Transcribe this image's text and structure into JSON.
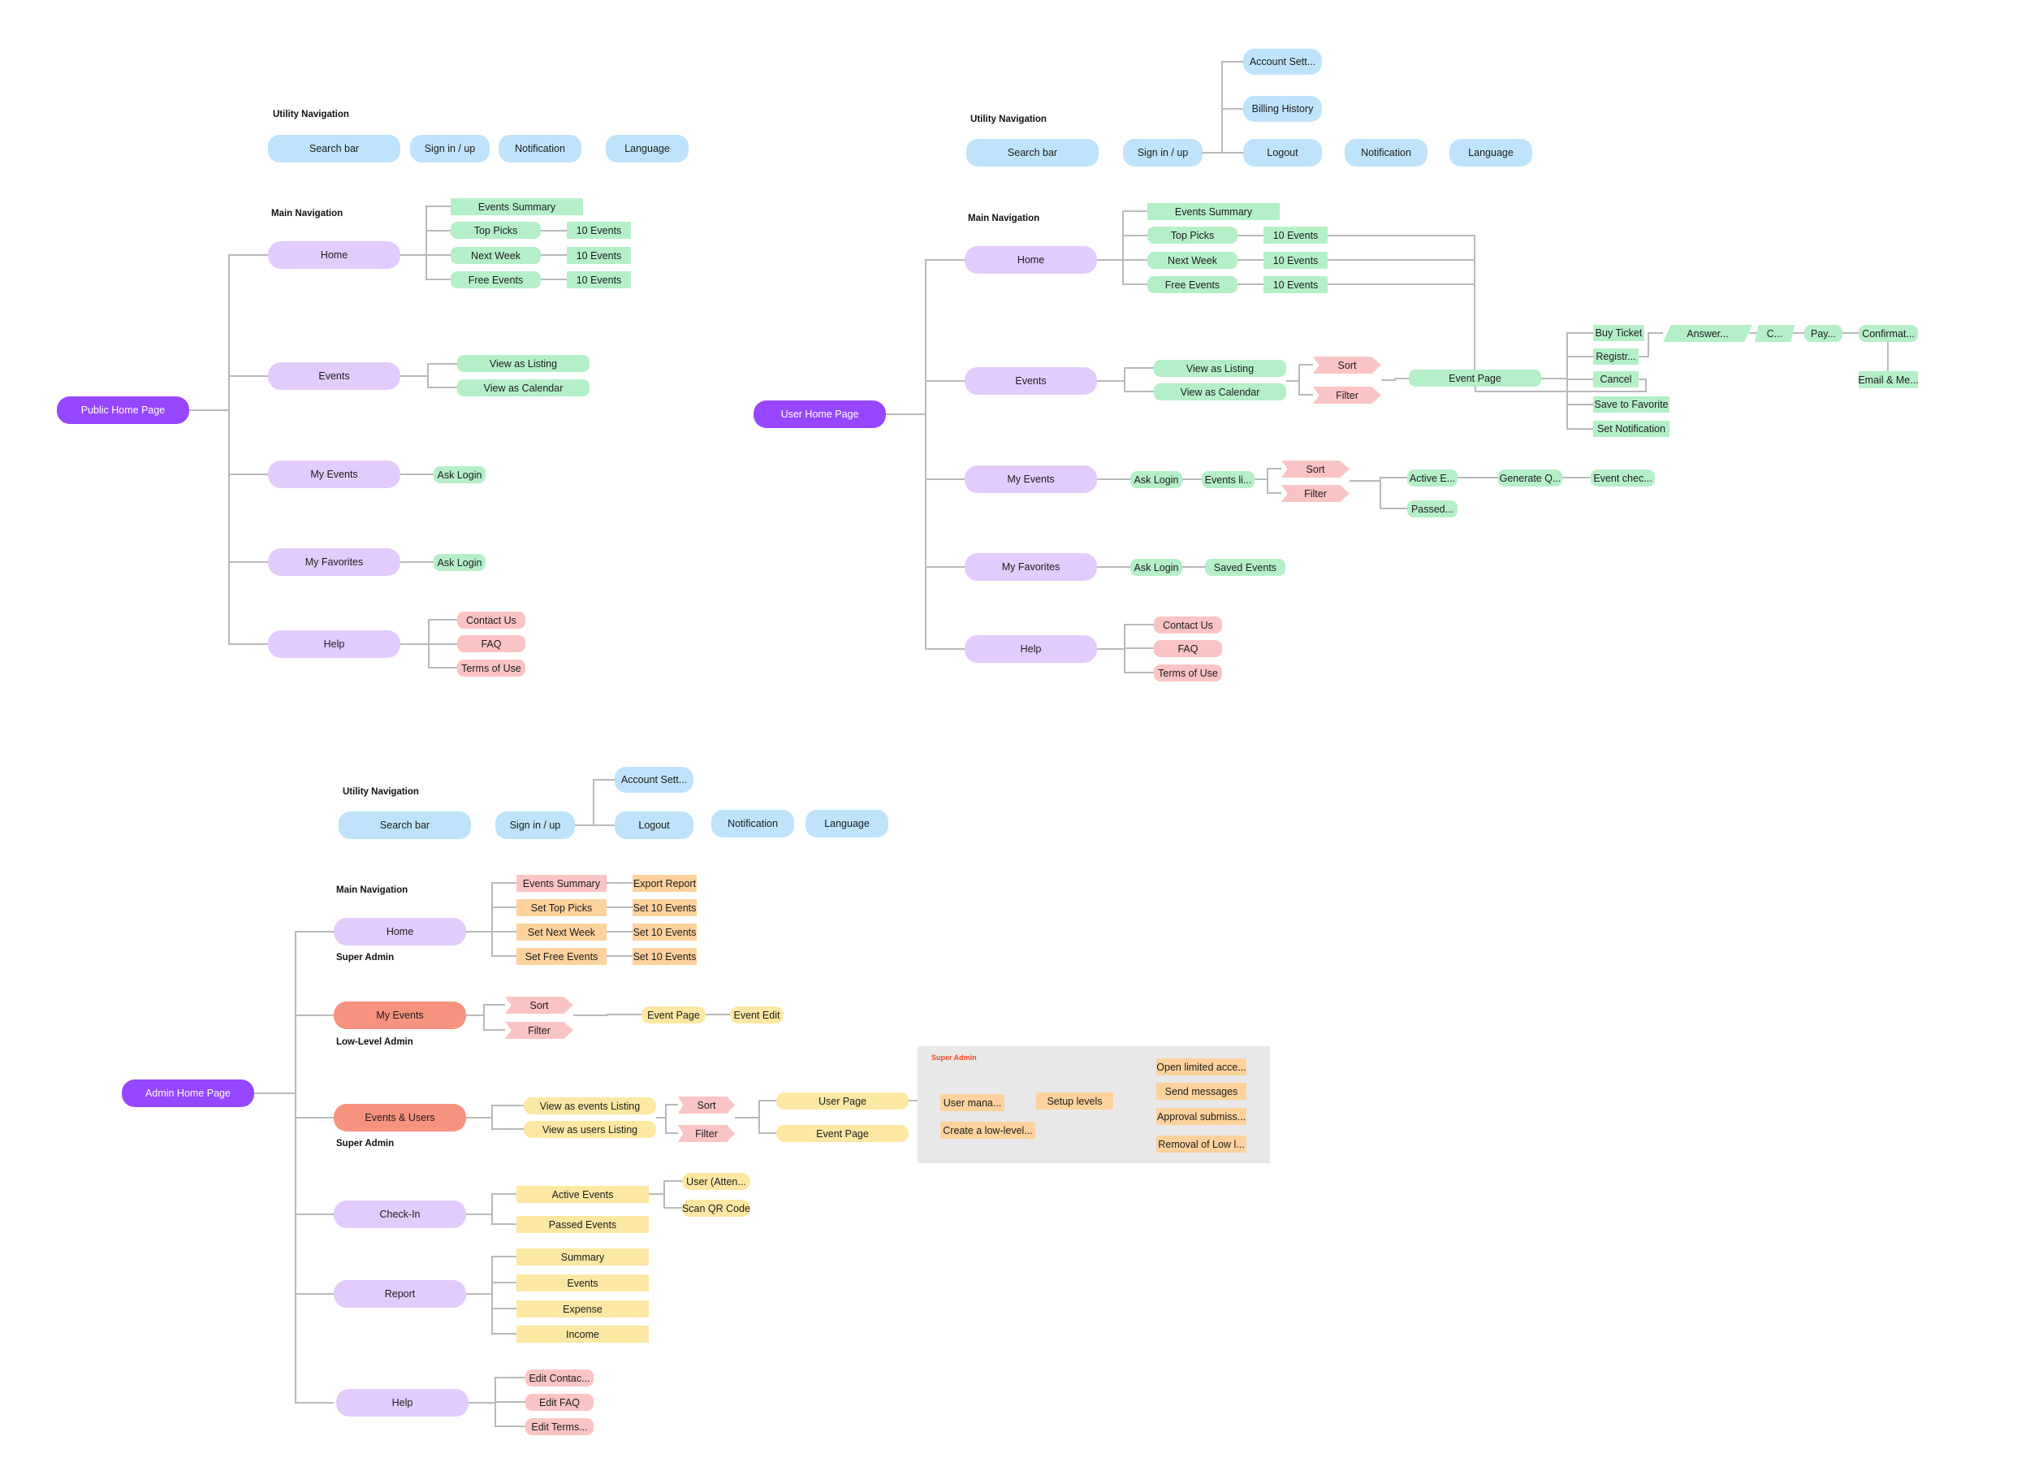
{
  "labels": {
    "util_nav": "Utility Navigation",
    "main_nav": "Main Navigation",
    "super_admin": "Super Admin",
    "low_level_admin": "Low-Level Admin"
  },
  "public": {
    "root": "Public Home Page",
    "utility": [
      "Search bar",
      "Sign in / up",
      "Notification",
      "Language"
    ],
    "nav": [
      "Home",
      "Events",
      "My Events",
      "My Favorites",
      "Help"
    ],
    "home_children": [
      "Events Summary",
      "Top Picks",
      "Next Week",
      "Free Events"
    ],
    "ten_events": "10 Events",
    "events_children": [
      "View as Listing",
      "View as Calendar"
    ],
    "ask_login": "Ask Login",
    "help_children": [
      "Contact Us",
      "FAQ",
      "Terms of Use"
    ]
  },
  "user": {
    "root": "User Home Page",
    "utility": [
      "Search bar",
      "Sign in / up",
      "Logout",
      "Notification",
      "Language"
    ],
    "account_menu": [
      "Account Sett...",
      "Billing History"
    ],
    "nav": [
      "Home",
      "Events",
      "My Events",
      "My Favorites",
      "Help"
    ],
    "home_children": [
      "Events Summary",
      "Top Picks",
      "Next Week",
      "Free Events"
    ],
    "ten_events": "10 Events",
    "events_children": [
      "View as Listing",
      "View as Calendar"
    ],
    "sort": "Sort",
    "filter": "Filter",
    "event_page": "Event Page",
    "event_actions": [
      "Buy Ticket",
      "Registr...",
      "Cancel",
      "Save to Favorite",
      "Set Notification"
    ],
    "purchase_flow": [
      "Answer...",
      "C...",
      "Pay...",
      "Confirmat...",
      "Email & Me..."
    ],
    "ask_login": "Ask Login",
    "my_events_flow": [
      "Events li...",
      "Active E...",
      "Passed...",
      "Generate Q...",
      "Event chec..."
    ],
    "saved_events": "Saved Events",
    "help_children": [
      "Contact Us",
      "FAQ",
      "Terms of Use"
    ]
  },
  "admin": {
    "root": "Admin Home Page",
    "utility": [
      "Search bar",
      "Sign in / up",
      "Notification",
      "Language"
    ],
    "account_menu": [
      "Account Sett...",
      "Logout"
    ],
    "nav": [
      "Home",
      "My Events",
      "Events & Users",
      "Check-In",
      "Report",
      "Help"
    ],
    "home_children": [
      "Events Summary",
      "Set Top Picks",
      "Set Next Week",
      "Set Free Events"
    ],
    "home_targets": [
      "Export Report",
      "Set 10 Events",
      "Set 10 Events",
      "Set 10 Events"
    ],
    "sort": "Sort",
    "filter": "Filter",
    "my_events_flow": [
      "Event Page",
      "Event Edit"
    ],
    "eu_views": [
      "View as events Listing",
      "View as users Listing"
    ],
    "eu_pages": [
      "User Page",
      "Event Page"
    ],
    "super_admin_box": {
      "title": "Super Admin",
      "user_mgmt": [
        "User mana...",
        "Create a low-level..."
      ],
      "setup": "Setup levels",
      "levels": [
        "Open limited acce...",
        "Send messages",
        "Approval submiss...",
        "Removal of Low l..."
      ]
    },
    "checkin": [
      "Active Events",
      "Passed Events"
    ],
    "checkin_actions": [
      "User (Atten...",
      "Scan QR Code"
    ],
    "report": [
      "Summary",
      "Events",
      "Expense",
      "Income"
    ],
    "help_children": [
      "Edit Contac...",
      "Edit FAQ",
      "Edit Terms..."
    ]
  }
}
